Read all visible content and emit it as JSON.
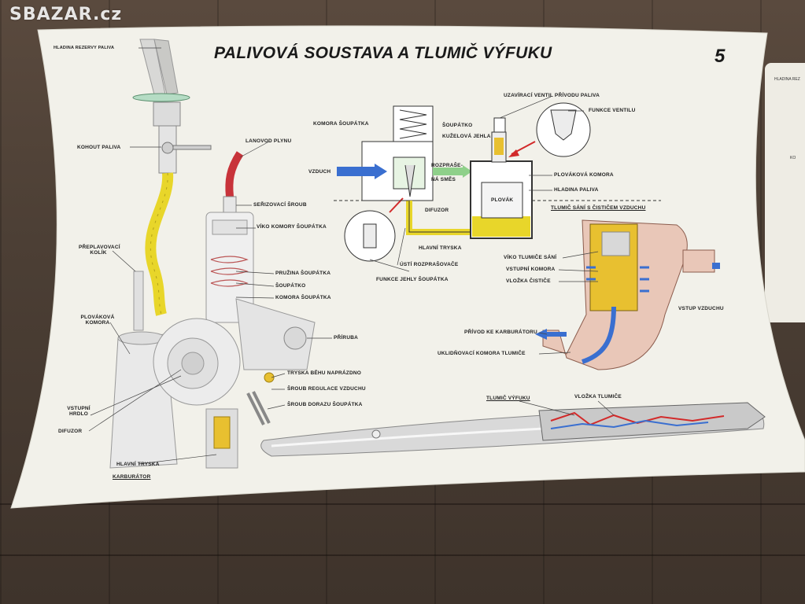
{
  "watermark": "SBAZAR.cz",
  "poster": {
    "title": "PALIVOVÁ SOUSTAVA A TLUMIČ VÝFUKU",
    "number": "5",
    "labels": {
      "hladina_rezervy": "HLADINA REZERVY PALIVA",
      "kohout_paliva": "KOHOUT PALIVA",
      "preplavovaci_kolik": "PŘEPLAVOVACÍ KOLÍK",
      "plovakova_komora_left": "PLOVÁKOVÁ KOMORA",
      "vstupni_hrdlo": "VSTUPNÍ HRDLO",
      "difuzor_left": "DIFUZOR",
      "hlavni_tryska_left": "HLAVNÍ TRYSKA",
      "karburator": "KARBURÁTOR",
      "lanovod_plynu": "LANOVOD PLYNU",
      "serizovaci_sroub": "SEŘIZOVACÍ ŠROUB",
      "viko_komory": "VÍKO KOMORY ŠOUPÁTKA",
      "pruzina_soupatka": "PRUŽINA ŠOUPÁTKA",
      "soupatko_left": "ŠOUPÁTKO",
      "komora_soupatka_left": "KOMORA ŠOUPÁTKA",
      "priruba": "PŘÍRUBA",
      "tryska_behu": "TRYSKA BĚHU NAPRÁZDNO",
      "sroub_regulace": "ŠROUB REGULACE VZDUCHU",
      "sroub_dorazu": "ŠROUB DORAZU ŠOUPÁTKA",
      "komora_soupatka_diag": "KOMORA ŠOUPÁTKA",
      "soupatko_diag": "ŠOUPÁTKO",
      "kuzelova_jehla": "KUŽELOVÁ JEHLA",
      "vzduch": "VZDUCH",
      "rozpraseni": "ROZPRAŠE-",
      "na_smes": "NÁ SMĚS",
      "difuzor_diag": "DIFUZOR",
      "hlavni_tryska_diag": "HLAVNÍ TRYSKA",
      "usti": "ÚSTÍ ROZPRAŠOVAČE",
      "funkce_jehly": "FUNKCE JEHLY ŠOUPÁTKA",
      "uzaviraci_ventil": "UZAVÍRACÍ VENTIL PŘÍVODU PALIVA",
      "funkce_ventilu": "FUNKCE VENTILU",
      "plovakova_komora_diag": "PLOVÁKOVÁ KOMORA",
      "hladina_paliva": "HLADINA PALIVA",
      "plovak": "PLOVÁK",
      "tlumic_sani": "TLUMIČ SÁNÍ S ČISTIČEM VZDUCHU",
      "viko_tlumice": "VÍKO TLUMIČE SÁNÍ",
      "vstupni_komora": "VSTUPNÍ KOMORA",
      "vlozka_cistice": "VLOŽKA ČISTIČE",
      "vstup_vzduchu": "VSTUP VZDUCHU",
      "privod_ke_karburatoru": "PŘÍVOD KE KARBURÁTORU",
      "uklidnovaci_komora": "UKLIDŇOVACÍ KOMORA TLUMIČE",
      "tlumic_vyfuku": "TLUMIČ VÝFUKU",
      "vlozka_tlumice": "VLOŽKA TLUMIČE"
    }
  },
  "second_poster": {
    "labels": [
      "HLADINA REZ",
      "KO"
    ]
  },
  "colors": {
    "paper": "#f2f1ea",
    "fuel_yellow": "#e8d62a",
    "air_blue": "#3a6fd0",
    "mix_green": "#8fd08a",
    "red_arrow": "#d22a2a",
    "cable_red": "#c8333a",
    "muffler_pink": "#e9c7b8"
  }
}
